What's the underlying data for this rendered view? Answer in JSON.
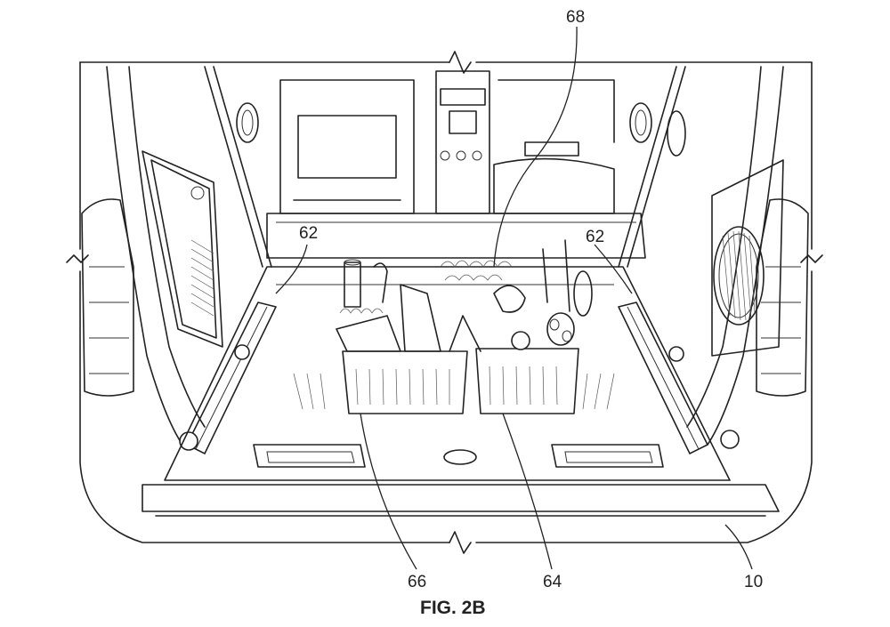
{
  "figure": {
    "caption": "FIG. 2B",
    "reference_numerals": {
      "cargo_bed": "10",
      "rail_left": "62",
      "rail_right": "62",
      "bin_right": "64",
      "bin_left": "66",
      "groceries": "68"
    }
  }
}
